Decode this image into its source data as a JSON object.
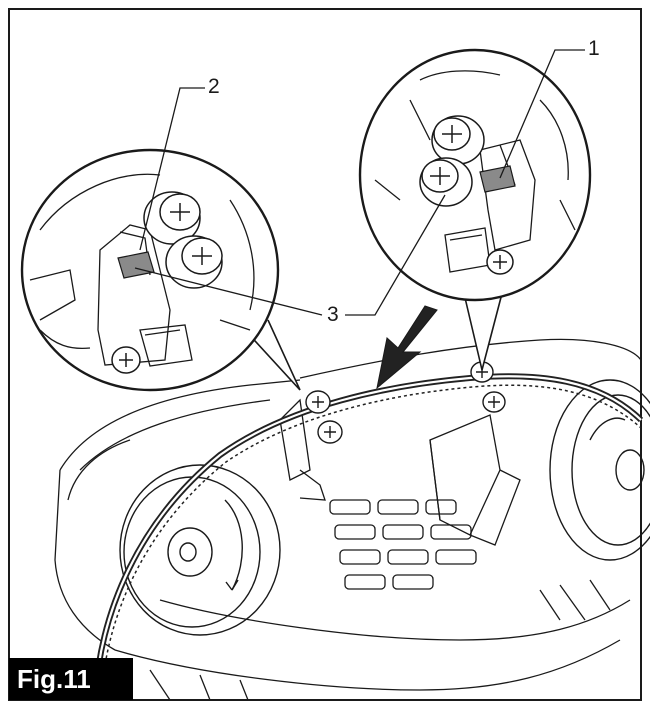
{
  "figure": {
    "label": "Fig.11",
    "callouts": [
      {
        "id": "1",
        "text": "1"
      },
      {
        "id": "2",
        "text": "2"
      },
      {
        "id": "3",
        "text": "3"
      }
    ]
  },
  "colors": {
    "line": "#1a1a1a",
    "belt": "#222222",
    "highlight_tab": "#8a8a8a",
    "background": "#ffffff",
    "label_bg": "#000000",
    "label_text": "#ffffff"
  },
  "icons": [
    "arrow-down-left-icon",
    "screw-icon"
  ]
}
